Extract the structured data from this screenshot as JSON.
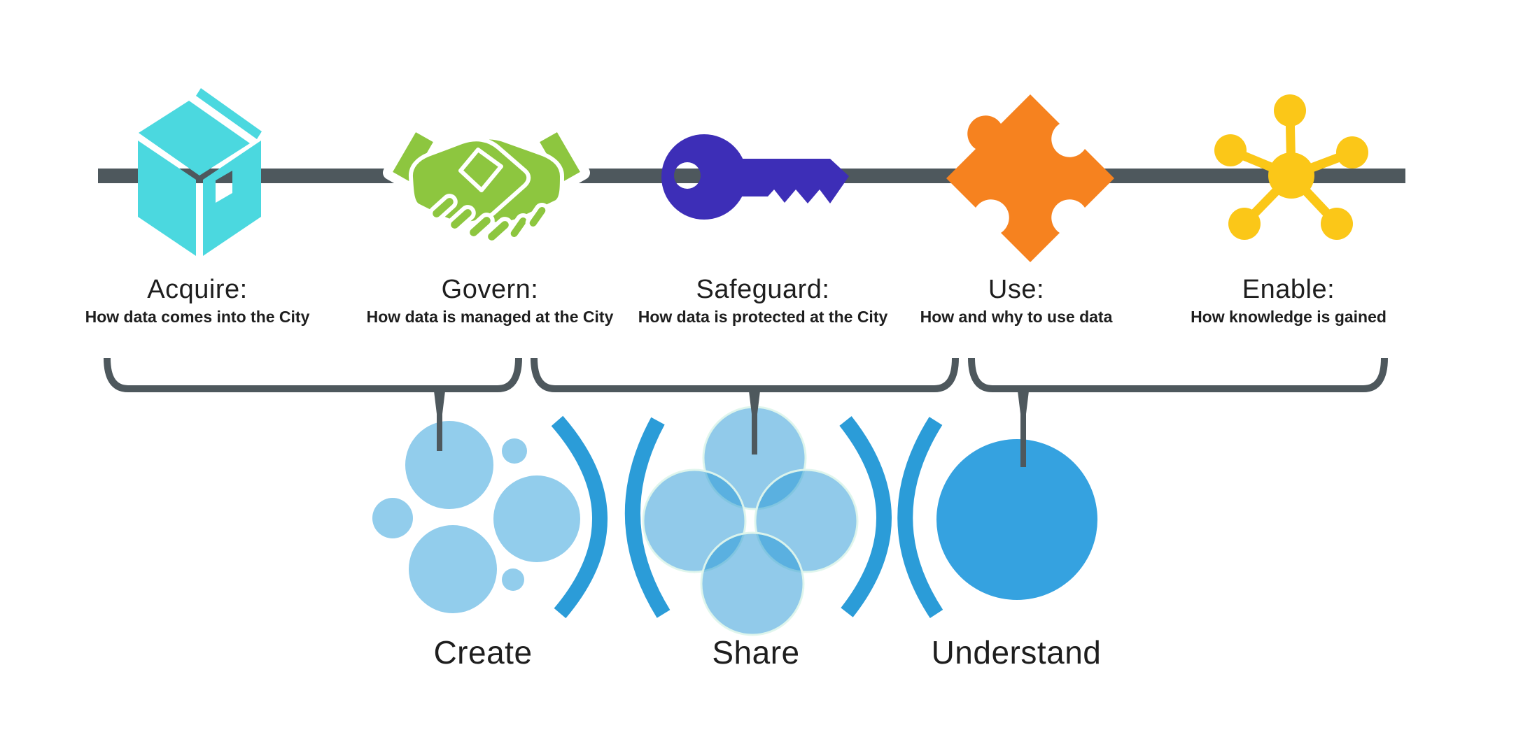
{
  "stages": [
    {
      "title": "Acquire:",
      "subtitle": "How data comes into the City",
      "icon": "box-icon",
      "color": "#4bd8df"
    },
    {
      "title": "Govern:",
      "subtitle": "How data is managed at the City",
      "icon": "handshake-icon",
      "color": "#8dc63f"
    },
    {
      "title": "Safeguard:",
      "subtitle": "How data is protected at the City",
      "icon": "key-icon",
      "color": "#3d2eb7"
    },
    {
      "title": "Use:",
      "subtitle": "How and why to use data",
      "icon": "puzzle-icon",
      "color": "#f6821f"
    },
    {
      "title": "Enable:",
      "subtitle": "How knowledge is gained",
      "icon": "network-icon",
      "color": "#fbc718"
    }
  ],
  "phases": [
    {
      "label": "Create",
      "icon": "bubble-cluster-icon"
    },
    {
      "label": "Share",
      "icon": "venn-circles-icon"
    },
    {
      "label": "Understand",
      "icon": "filled-circle-icon"
    }
  ],
  "colors": {
    "line": "#4e585d",
    "brace": "#4e585d",
    "text": "#1e1e1e",
    "bubble_light": "#92cdec",
    "arc_blue": "#2b9cd8",
    "venn_fill": "#2395d5",
    "venn_stroke": "#dff6ec",
    "circle_blue": "#35a2e0"
  }
}
